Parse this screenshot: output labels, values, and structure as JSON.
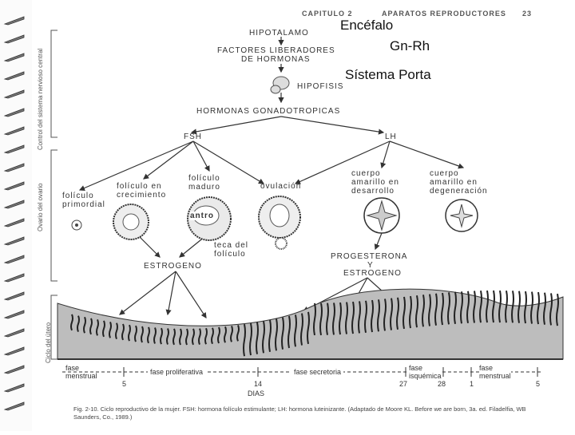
{
  "header": {
    "chapter": "CAPITULO 2",
    "section": "APARATOS REPRODUCTORES",
    "page": "23"
  },
  "overlay": {
    "line1": "Encéfalo",
    "line2": "Gn-Rh",
    "line3": "Sístema Porta"
  },
  "side_labels": {
    "top": "Control del sistema nervioso central",
    "middle": "Ovario del ovario",
    "bottom": "Ciclo del útero"
  },
  "flow": {
    "hipotalamo": "HIPOTALAMO",
    "factores1": "FACTORES LIBERADORES",
    "factores2": "DE HORMONAS",
    "hipofisis": "HIPOFISIS",
    "gonadotropicas": "HORMONAS GONADOTROPICAS",
    "fsh": "FSH",
    "lh": "LH"
  },
  "ovary": {
    "primordial": [
      "folículo",
      "primordial"
    ],
    "crecimiento": [
      "folículo en",
      "crecimiento"
    ],
    "maduro": [
      "folículo",
      "maduro"
    ],
    "ovulacion": "ovulación",
    "cuerpo_desarrollo": [
      "cuerpo",
      "amarillo en",
      "desarrollo"
    ],
    "cuerpo_degeneracion": [
      "cuerpo",
      "amarillo en",
      "degeneración"
    ],
    "antro": "antro",
    "teca": [
      "teca del",
      "folículo"
    ]
  },
  "hormones": {
    "estrogeno": "ESTROGENO",
    "progesterona": "PROGESTERONA",
    "y": "Y",
    "estrogeno2": "ESTROGENO"
  },
  "phases": {
    "menstrual": [
      "fase",
      "menstrual"
    ],
    "proliferativa": "fase proliferativa",
    "secretoria": "fase secretoria",
    "isquemica": [
      "fase",
      "isquémica"
    ],
    "menstrual2": [
      "fase",
      "menstrual"
    ],
    "days": [
      "5",
      "14",
      "27",
      "28",
      "1",
      "5"
    ],
    "dias": "DIAS"
  },
  "caption": "Fig. 2-10. Ciclo reproductivo de la mujer. FSH: hormona folículo estimulante; LH: hormona luteinizante. (Adaptado de Moore KL. Before we are born, 3a. ed. Filadelfia, WB Saunders, Co., 1989.)"
}
